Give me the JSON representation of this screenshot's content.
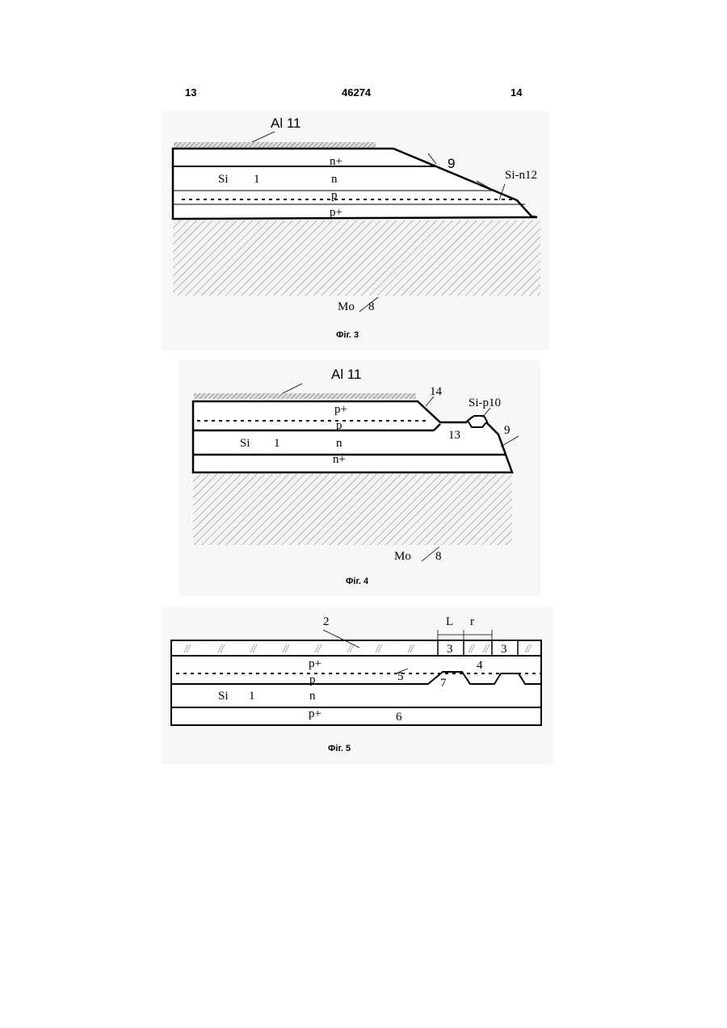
{
  "header": {
    "page_left": "13",
    "patent_number": "46274",
    "page_right": "14"
  },
  "fig3": {
    "caption": "Фіг. 3",
    "al_label": "Al 11",
    "callout_9": "9",
    "si_n12": "Si-n12",
    "layer_nplus": "n+",
    "si": "Si",
    "num_1": "1",
    "layer_n": "n",
    "layer_p": "p",
    "layer_pplus": "p+",
    "mo": "Mo",
    "num_8": "8"
  },
  "fig4": {
    "caption": "Фіг. 4",
    "al_label": "Al 11",
    "callout_14": "14",
    "si_p10": "Si-p10",
    "layer_pplus": "p+",
    "layer_p": "p",
    "callout_13": "13",
    "callout_9": "9",
    "si": "Si",
    "num_1": "1",
    "layer_n": "n",
    "layer_nplus": "n+",
    "mo": "Mo",
    "num_8": "8"
  },
  "fig5": {
    "caption": "Фіг. 5",
    "callout_2": "2",
    "dim_L": "L",
    "dim_r": "r",
    "callout_3a": "3",
    "callout_3b": "3",
    "layer_pplus_top": "p+",
    "callout_4": "4",
    "layer_p": "p",
    "callout_5": "5",
    "callout_7": "7",
    "si": "Si",
    "num_1": "1",
    "layer_n": "n",
    "layer_pplus_bottom": "p+",
    "callout_6": "6"
  }
}
